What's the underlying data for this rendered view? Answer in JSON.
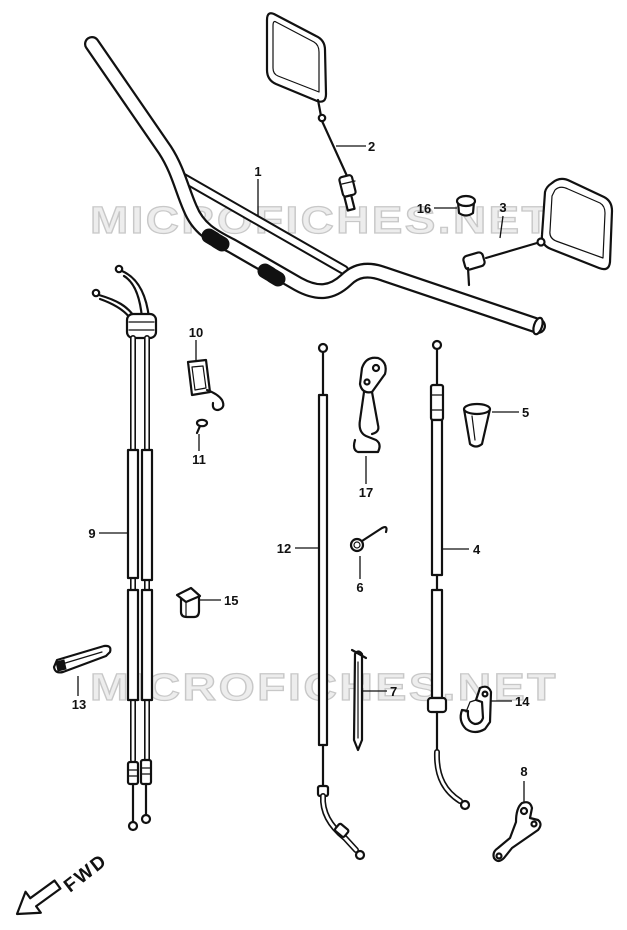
{
  "callouts": {
    "c1": "1",
    "c2": "2",
    "c3": "3",
    "c4": "4",
    "c5": "5",
    "c6": "6",
    "c7": "7",
    "c8": "8",
    "c9": "9",
    "c10": "10",
    "c11": "11",
    "c12": "12",
    "c13": "13",
    "c14": "14",
    "c15": "15",
    "c16": "16",
    "c17": "17"
  },
  "direction_label": "FWD",
  "watermark": {
    "top": "MICROFICHES.NET",
    "bottom": "MICROFICHES.NET"
  },
  "colors": {
    "ink": "#111111",
    "paper": "#ffffff",
    "watermark": "#c8c8c8"
  }
}
